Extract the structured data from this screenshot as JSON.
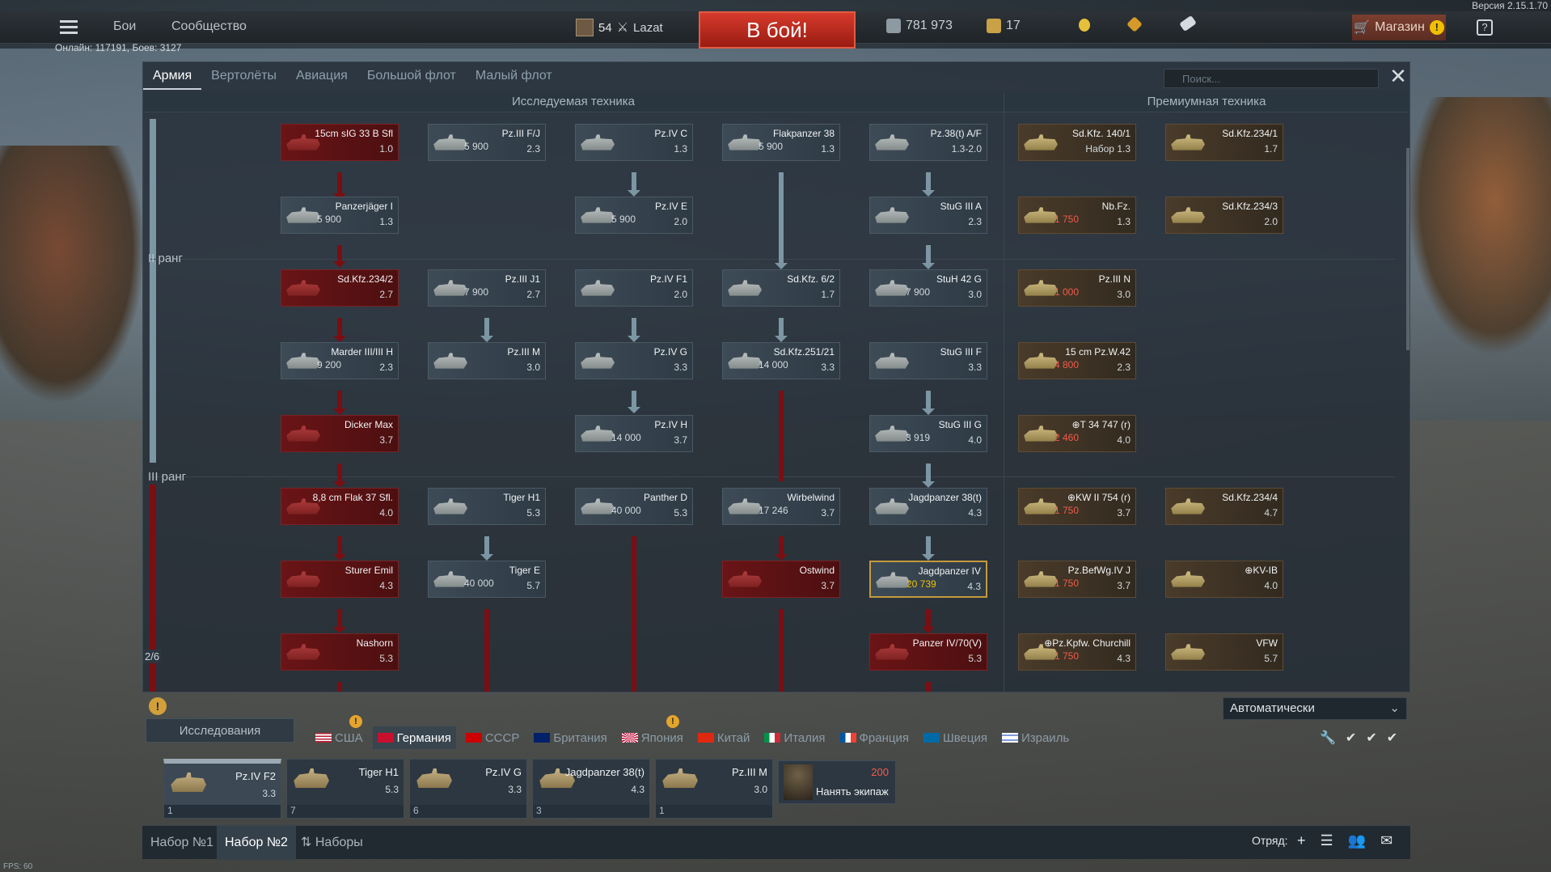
{
  "version": "Версия 2.15.1.70",
  "topbar": {
    "battles": "Бои",
    "community": "Сообщество",
    "level": "54",
    "player": "Lazat",
    "to_battle": "В бой!",
    "silver": "781 973",
    "gold": "17",
    "shop": "Магазин",
    "help": "?"
  },
  "online": "Онлайн: 117191, Боев: 3127",
  "tabs": [
    "Армия",
    "Вертолёты",
    "Авиация",
    "Большой флот",
    "Малый флот"
  ],
  "search": {
    "placeholder": "Поиск..."
  },
  "headers": {
    "research": "Исследуемая техника",
    "premium": "Премиумная техника"
  },
  "ranks": {
    "r2": "II ранг",
    "r3": "III ранг",
    "counter": "2/6"
  },
  "cards": [
    {
      "name": "15cm sIG 33 B Sfl",
      "br": "1.0",
      "rp": ""
    },
    {
      "name": "Pz.III F/J",
      "br": "2.3",
      "rp": "5 900"
    },
    {
      "name": "Pz.IV C",
      "br": "1.3",
      "rp": ""
    },
    {
      "name": "Flakpanzer 38",
      "br": "1.3",
      "rp": "5 900"
    },
    {
      "name": "Pz.38(t) A/F",
      "br": "1.3-2.0",
      "rp": ""
    },
    {
      "name": "Panzerjäger I",
      "br": "1.3",
      "rp": "5 900"
    },
    {
      "name": "Pz.IV E",
      "br": "2.0",
      "rp": "5 900"
    },
    {
      "name": "StuG III A",
      "br": "2.3",
      "rp": ""
    },
    {
      "name": "Sd.Kfz.234/2",
      "br": "2.7",
      "rp": ""
    },
    {
      "name": "Pz.III J1",
      "br": "2.7",
      "rp": "7 900"
    },
    {
      "name": "Pz.IV F1",
      "br": "2.0",
      "rp": ""
    },
    {
      "name": "Sd.Kfz. 6/2",
      "br": "1.7",
      "rp": ""
    },
    {
      "name": "StuH 42 G",
      "br": "3.0",
      "rp": "7 900"
    },
    {
      "name": "Marder III/III H",
      "br": "2.3",
      "rp": "9 200"
    },
    {
      "name": "Pz.III M",
      "br": "3.0",
      "rp": ""
    },
    {
      "name": "Pz.IV G",
      "br": "3.3",
      "rp": ""
    },
    {
      "name": "Sd.Kfz.251/21",
      "br": "3.3",
      "rp": "14 000"
    },
    {
      "name": "StuG III F",
      "br": "3.3",
      "rp": ""
    },
    {
      "name": "Dicker Max",
      "br": "3.7",
      "rp": ""
    },
    {
      "name": "Pz.IV H",
      "br": "3.7",
      "rp": "14 000"
    },
    {
      "name": "StuG III G",
      "br": "4.0",
      "rp": "3 919"
    },
    {
      "name": "8,8 cm Flak 37 Sfl.",
      "br": "4.0",
      "rp": ""
    },
    {
      "name": "Tiger H1",
      "br": "5.3",
      "rp": ""
    },
    {
      "name": "Panther D",
      "br": "5.3",
      "rp": "40 000"
    },
    {
      "name": "Wirbelwind",
      "br": "3.7",
      "rp": "17 246"
    },
    {
      "name": "Jagdpanzer 38(t)",
      "br": "4.3",
      "rp": ""
    },
    {
      "name": "Sturer Emil",
      "br": "4.3",
      "rp": ""
    },
    {
      "name": "Tiger E",
      "br": "5.7",
      "rp": "40 000"
    },
    {
      "name": "Ostwind",
      "br": "3.7",
      "rp": ""
    },
    {
      "name": "Jagdpanzer IV",
      "br": "4.3",
      "rp": "20 739"
    },
    {
      "name": "Nashorn",
      "br": "5.3",
      "rp": ""
    },
    {
      "name": "Panzer IV/70(V)",
      "br": "5.3",
      "rp": ""
    }
  ],
  "premium": [
    {
      "name": "Sd.Kfz. 140/1",
      "br": "Набор 1.3",
      "cost": ""
    },
    {
      "name": "Sd.Kfz.234/1",
      "br": "1.7",
      "cost": ""
    },
    {
      "name": "Nb.Fz.",
      "br": "1.3",
      "cost": "1 750"
    },
    {
      "name": "Sd.Kfz.234/3",
      "br": "2.0",
      "cost": ""
    },
    {
      "name": "Pz.III N",
      "br": "3.0",
      "cost": "1 000"
    },
    {
      "name": "15 cm Pz.W.42",
      "br": "2.3",
      "cost": "4 800"
    },
    {
      "name": "⊕T 34 747 (r)",
      "br": "4.0",
      "cost": "2 460"
    },
    {
      "name": "⊕KW II 754 (r)",
      "br": "3.7",
      "cost": "1 750"
    },
    {
      "name": "Sd.Kfz.234/4",
      "br": "4.7",
      "cost": ""
    },
    {
      "name": "Pz.BefWg.IV J",
      "br": "3.7",
      "cost": "1 750"
    },
    {
      "name": "⊕KV-IB",
      "br": "4.0",
      "cost": ""
    },
    {
      "name": "⊕Pz.Kpfw. Churchill",
      "br": "4.3",
      "cost": "1 750"
    },
    {
      "name": "VFW",
      "br": "5.7",
      "cost": ""
    }
  ],
  "bottom": {
    "research": "Исследования",
    "auto": "Автоматически",
    "hire_cost": "200",
    "hire": "Нанять экипаж",
    "squad": "Отряд:"
  },
  "nations": [
    "США",
    "Германия",
    "СССР",
    "Британия",
    "Япония",
    "Китай",
    "Италия",
    "Франция",
    "Швеция",
    "Израиль"
  ],
  "crew": [
    {
      "name": "Pz.IV F2",
      "br": "3.3",
      "slot": "1"
    },
    {
      "name": "Tiger H1",
      "br": "5.3",
      "slot": "7"
    },
    {
      "name": "Pz.IV G",
      "br": "3.3",
      "slot": "6"
    },
    {
      "name": "Jagdpanzer 38(t)",
      "br": "4.3",
      "slot": "3"
    },
    {
      "name": "Pz.III M",
      "br": "3.0",
      "slot": "1"
    }
  ],
  "presets": [
    "Набор №1",
    "Набор №2",
    "Наборы"
  ],
  "fps": "FPS: 60",
  "colors": {
    "accent": "#d63a2c",
    "researched": "#6a1416",
    "gold": "#c49a3c"
  }
}
